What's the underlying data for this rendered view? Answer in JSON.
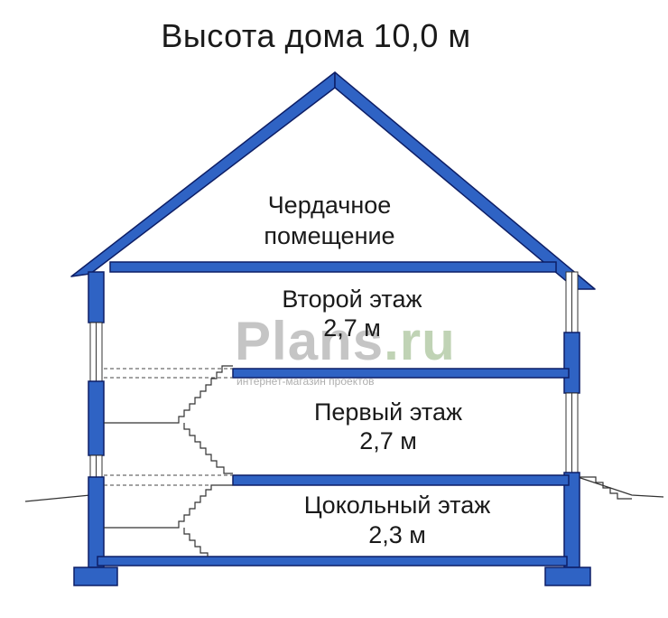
{
  "title": "Высота дома 10,0 м",
  "attic": {
    "line1": "Чердачное",
    "line2": "помещение"
  },
  "floors": [
    {
      "name": "Второй этаж",
      "height": "2,7 м"
    },
    {
      "name": "Первый этаж",
      "height": "2,7 м"
    },
    {
      "name": "Цокольный этаж",
      "height": "2,3 м"
    }
  ],
  "watermark": {
    "brand": "Plans",
    "domain": ".ru",
    "tagline": "интернет-магазин проектов"
  },
  "colors": {
    "structure": "#2f63c4",
    "outline": "#0d1e66",
    "lines": "#333333"
  }
}
